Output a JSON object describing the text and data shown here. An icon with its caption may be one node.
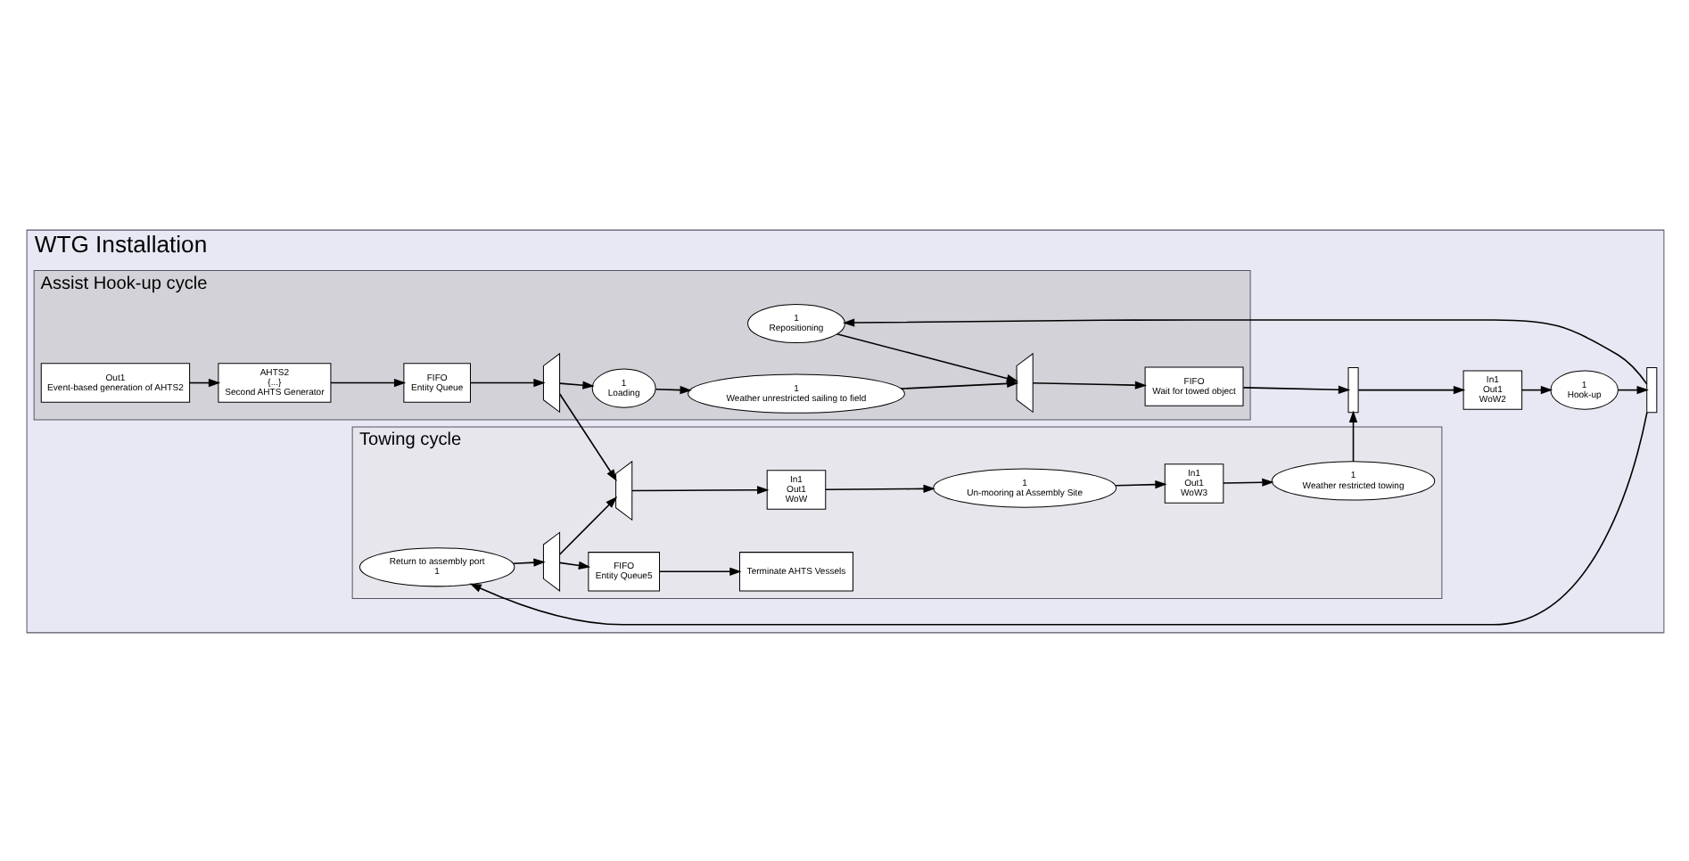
{
  "diagram": {
    "nodes": [
      {
        "text": [
          "WTG Installation"
        ]
      },
      {
        "text": [
          "Assist Hook-up cycle"
        ],
        "in": 0
      },
      {
        "text": [
          "Out1",
          "Event-based generation of AHTS2"
        ],
        "in": 1
      },
      {
        "text": [
          "AHTS2",
          "{...}",
          "Second AHTS Generator"
        ],
        "in": 1
      },
      {
        "text": [
          "FIFO",
          "Entity Queue"
        ],
        "in": 1
      },
      {
        "text": [],
        "shape": "trapezoid",
        "in": 1
      },
      {
        "text": [
          "1",
          "Loading"
        ],
        "in": 1
      },
      {
        "text": [
          "1",
          "Weather unrestricted sailing to field"
        ],
        "in": 1
      },
      {
        "text": [
          "1",
          "Repositioning"
        ],
        "in": 1
      },
      {
        "text": [],
        "shape": "trapezoid",
        "in": 1
      },
      {
        "text": [
          "FIFO",
          "Wait for towed object"
        ],
        "in": 1
      },
      {
        "text": [],
        "shape": "bar",
        "in": 0
      },
      {
        "text": [
          "In1",
          "Out1",
          "WoW2"
        ],
        "in": 0
      },
      {
        "text": [
          "1",
          "Hook-up"
        ],
        "in": 0
      },
      {
        "text": [],
        "shape": "bar",
        "in": 0
      },
      {
        "text": [
          "Towing cycle"
        ],
        "in": 0
      },
      {
        "text": [],
        "shape": "trapezoid",
        "in": 15
      },
      {
        "text": [
          "In1",
          "Out1",
          "WoW"
        ],
        "in": 15
      },
      {
        "text": [
          "1",
          "Un-mooring at Assembly Site"
        ],
        "in": 15
      },
      {
        "text": [
          "In1",
          "Out1",
          "WoW3"
        ],
        "in": 15
      },
      {
        "text": [
          "1",
          "Weather restricted towing"
        ],
        "in": 15
      },
      {
        "text": [
          "Return to assembly port",
          "1"
        ],
        "in": 15
      },
      {
        "text": [],
        "shape": "trapezoid",
        "in": 15
      },
      {
        "text": [
          "FIFO",
          "Entity Queue5"
        ],
        "in": 15
      },
      {
        "text": [
          "Terminate AHTS Vessels"
        ],
        "in": 15
      }
    ],
    "edges": [
      {
        "from": 2,
        "to": 3,
        "arrow": "to"
      },
      {
        "from": 3,
        "to": 4,
        "arrow": "to"
      },
      {
        "from": 4,
        "to": 5,
        "arrow": "to"
      },
      {
        "from": 5,
        "to": 6,
        "arrow": "to"
      },
      {
        "from": 5,
        "to": 16,
        "arrow": "to"
      },
      {
        "from": 6,
        "to": 7,
        "arrow": "to"
      },
      {
        "from": 7,
        "to": 9,
        "arrow": "to"
      },
      {
        "from": 8,
        "to": 9,
        "arrow": "to"
      },
      {
        "from": 9,
        "to": 10,
        "arrow": "to"
      },
      {
        "from": 10,
        "to": 11,
        "arrow": "to"
      },
      {
        "from": 11,
        "to": 12,
        "arrow": "to"
      },
      {
        "from": 12,
        "to": 13,
        "arrow": "to"
      },
      {
        "from": 13,
        "to": 14,
        "arrow": "to"
      },
      {
        "from": 14,
        "to": 8,
        "arrow": "to"
      },
      {
        "from": 14,
        "to": 21,
        "arrow": "to"
      },
      {
        "from": 20,
        "to": 11,
        "arrow": "to"
      },
      {
        "from": 16,
        "to": 17,
        "arrow": "to"
      },
      {
        "from": 17,
        "to": 18,
        "arrow": "to"
      },
      {
        "from": 18,
        "to": 19,
        "arrow": "to"
      },
      {
        "from": 19,
        "to": 20,
        "arrow": "to"
      },
      {
        "from": 21,
        "to": 22,
        "arrow": "to"
      },
      {
        "from": 22,
        "to": 16,
        "arrow": "to"
      },
      {
        "from": 22,
        "to": 23,
        "arrow": "to"
      },
      {
        "from": 23,
        "to": 24,
        "arrow": "to"
      }
    ]
  }
}
